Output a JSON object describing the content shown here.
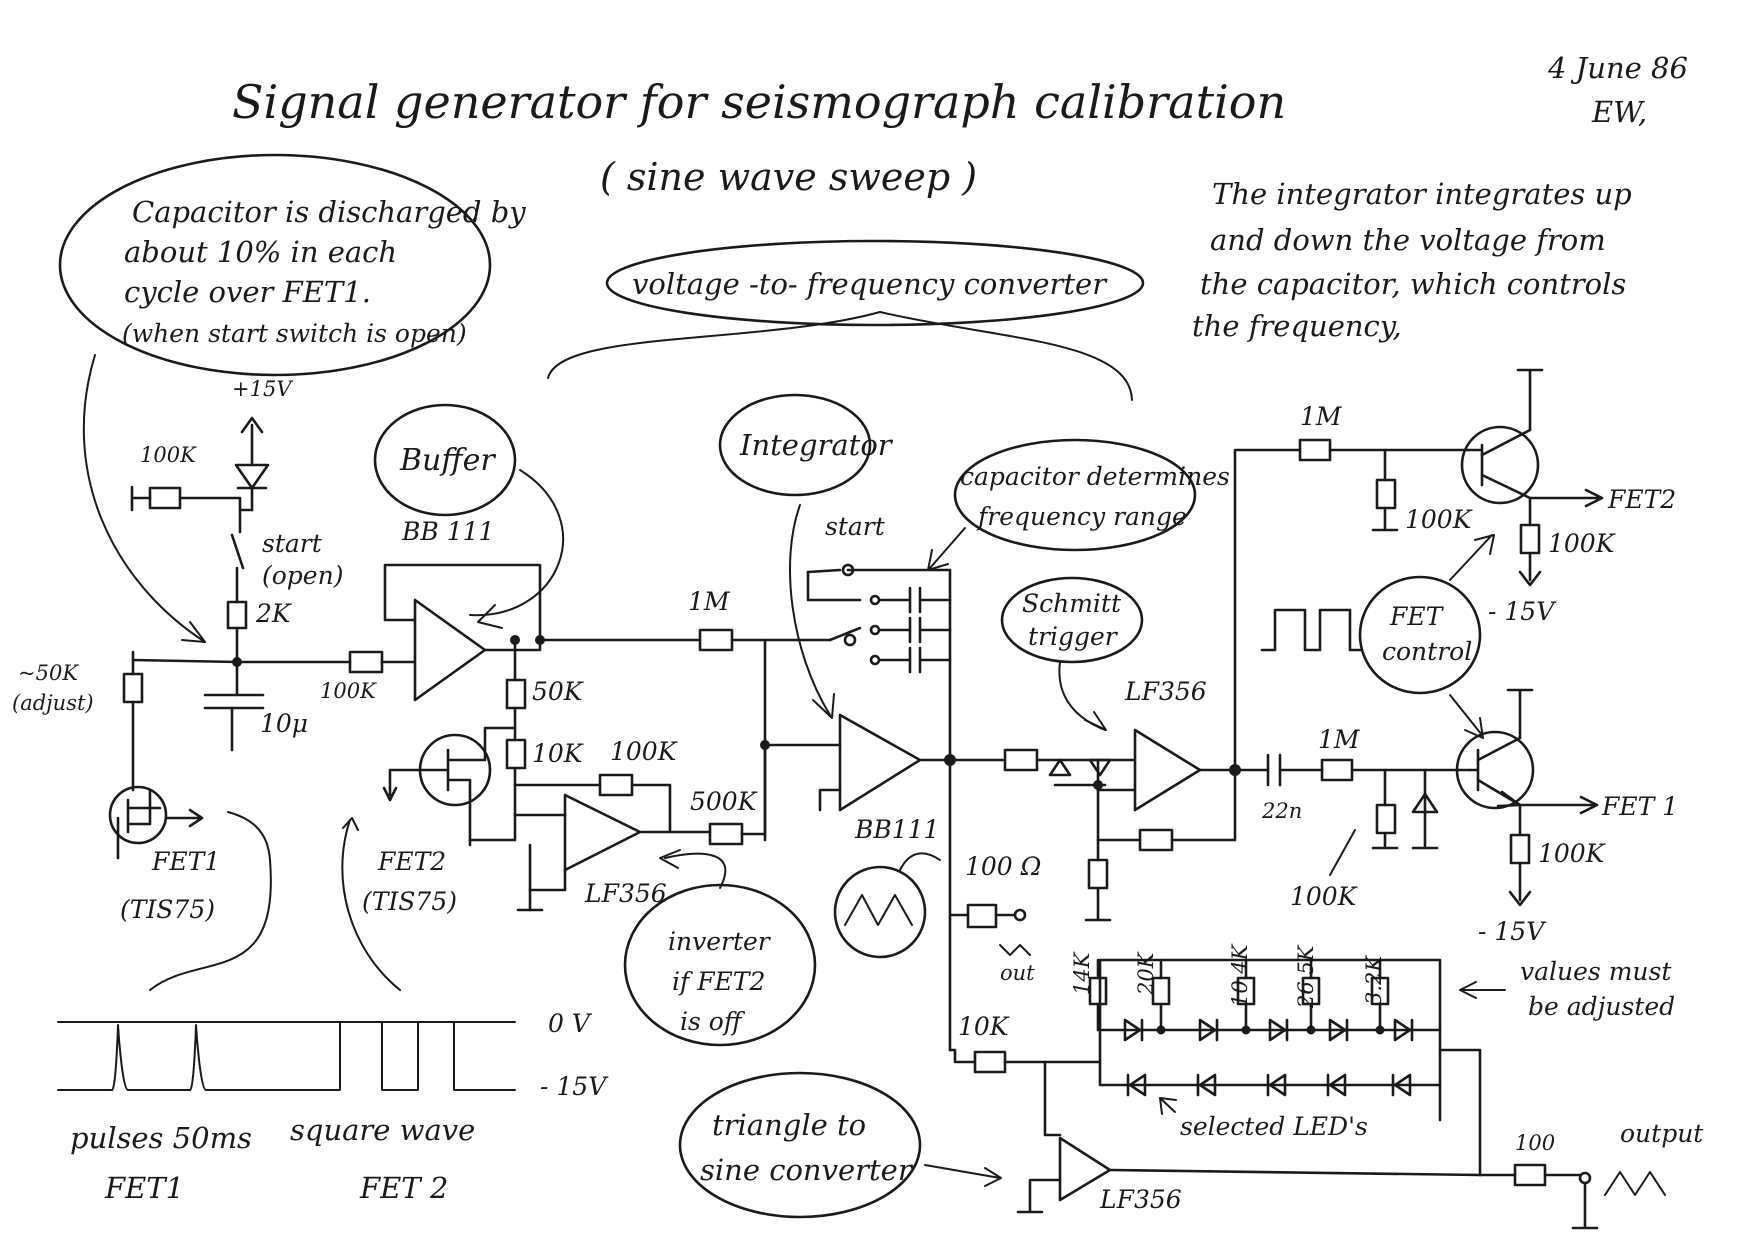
{
  "header": {
    "title": "Signal generator for seismograph calibration",
    "subtitle": "( sine wave sweep )",
    "date": "4 June 86",
    "author": "EW,"
  },
  "notes": {
    "capacitor_discharge": [
      "Capacitor is discharged by",
      "about 10% in each",
      "cycle over FET1.",
      "(when start switch is open)"
    ],
    "vf_converter": "voltage -to- frequency converter",
    "integrator_desc": [
      "The integrator integrates up",
      "and down the voltage from",
      "the capacitor, which controls",
      "the frequency,"
    ],
    "buffer": "Buffer",
    "integrator": "Integrator",
    "cap_range": [
      "capacitor determines",
      "frequency range"
    ],
    "schmitt": [
      "Schmitt",
      "trigger"
    ],
    "fet_control": [
      "FET",
      "control"
    ],
    "inverter": [
      "inverter",
      "if FET2",
      "is off"
    ],
    "tri_sine": [
      "triangle to",
      "sine converter"
    ],
    "values_adjust": [
      "values must",
      "be adjusted"
    ],
    "selected_leds": "selected LED's"
  },
  "labels": {
    "p15v": "+15V",
    "r_100k_top": "100K",
    "start_open": [
      "start",
      "(open)"
    ],
    "r_2k": "2K",
    "r_50k_adj": [
      "~50K",
      "(adjust)"
    ],
    "r_100k_buf": "100K",
    "c_10u": "10μ",
    "bb111_a": "BB 111",
    "r_50k": "50K",
    "r_10k": "10K",
    "r_100k_inv": "100K",
    "r_500k": "500K",
    "lf356_inv": "LF356",
    "fet1": [
      "FET1",
      "(TIS75)"
    ],
    "fet2": [
      "FET2",
      "(TIS75)"
    ],
    "r_1m_int": "1M",
    "start_sw": "start",
    "bb111_b": "BB111",
    "lf356_schmitt": "LF356",
    "r_1m_top": "1M",
    "r_100k_a": "100K",
    "r_100k_b": "100K",
    "fet2_out": "FET2",
    "m15v_a": "- 15V",
    "r_1m_bot": "1M",
    "c_22n": "22n",
    "r_100k_c": "100K",
    "fet1_out": "FET 1",
    "r_100k_d": "100K",
    "m15v_b": "- 15V",
    "r_100ohm": "100 Ω",
    "tri_out": "out",
    "r_14k": "14K",
    "r_20k": "20K",
    "r_10_4k": "10.4K",
    "r_26_5k": "26.5K",
    "r_3_2k": "3.2K",
    "r_10k_tri": "10K",
    "lf356_out": "LF356",
    "r_100_out": "100",
    "output": "output",
    "v0": "0 V",
    "vm15": "- 15V",
    "pulses": "pulses 50ms",
    "pulses_fet": "FET1",
    "square": "square wave",
    "square_fet": "FET 2"
  }
}
